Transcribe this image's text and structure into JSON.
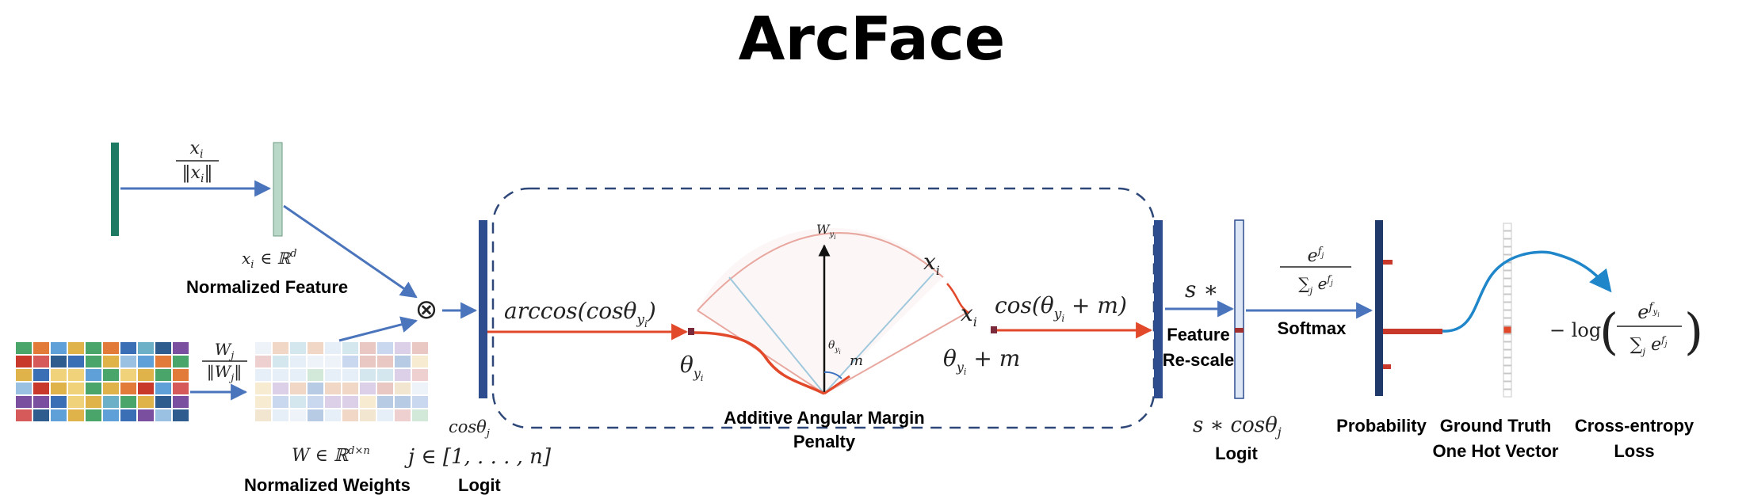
{
  "title": "ArcFace",
  "colors": {
    "feature_bar": "#1f7a63",
    "normalized_feature_bar": "#b9d8c8",
    "logit_bar": "#2d4d8f",
    "arrow_blue": "#4a74bb",
    "arrow_red": "#e2482a",
    "dashed_box": "#2e4779",
    "prob_bar": "#1f3a6a",
    "prob_red": "#c9392b",
    "curve_blue": "#1f86c9"
  },
  "labels": {
    "normalize_x_num": "x",
    "normalize_x_num_sub": "i",
    "normalize_x_den": "‖x",
    "normalize_x_den_sub": "i",
    "normalize_x_den_close": "‖",
    "feature_space_x": "x",
    "feature_space_sub": "i",
    "feature_space_rest": "∈ ℝ",
    "feature_space_sup": "d",
    "normalized_feature": "Normalized Feature",
    "normalize_w_num": "W",
    "normalize_w_num_sub": "j",
    "normalize_w_den": "‖W",
    "normalize_w_den_sub": "j",
    "normalize_w_den_close": "‖",
    "weights_space": "W ∈ ℝ",
    "weights_space_sup": "d×n",
    "normalized_weights": "Normalized Weights",
    "otimes": "⊗",
    "cos_theta_j": "cosθ",
    "cos_theta_j_sub": "j",
    "j_range": "j ∈ [1, . . . , n]",
    "logit_1": "Logit",
    "arccos": "arccos(cosθ",
    "arccos_sub": "y",
    "arccos_sub2": "i",
    "arccos_close": ")",
    "theta_yi": "θ",
    "theta_yi_sub": "y",
    "theta_yi_sub2": "i",
    "w_yi": "W",
    "w_yi_sub": "y",
    "w_yi_sub2": "i",
    "x_i_top": "x",
    "x_i_top_sub": "i",
    "x_i_bottom": "x",
    "x_i_bottom_sub": "i",
    "theta_small": "θ",
    "theta_small_sub": "y",
    "theta_small_sub2": "i",
    "m_small": "m",
    "cos_theta_m": "cos(θ",
    "cos_theta_m_sub": "y",
    "cos_theta_m_sub2": "i",
    "cos_theta_m_rest": " + m)",
    "theta_plus_m": "θ",
    "theta_plus_m_sub": "y",
    "theta_plus_m_sub2": "i",
    "theta_plus_m_rest": " + m",
    "additive_line1": "Additive Angular Margin",
    "additive_line2": "Penalty",
    "s_star": "s ∗",
    "feature_rescale_1": "Feature",
    "feature_rescale_2": "Re-scale",
    "s_cos_theta": "s ∗ cosθ",
    "s_cos_theta_sub": "j",
    "logit_2": "Logit",
    "softmax_num": "e",
    "softmax_num_sup": "f",
    "softmax_num_sup_sub": "j",
    "softmax_den": "∑",
    "softmax_den_sub": "j",
    "softmax_den_e": " e",
    "softmax_den_sup": "f",
    "softmax_den_sup_sub": "j",
    "softmax": "Softmax",
    "probability": "Probability",
    "ground_truth_1": "Ground Truth",
    "ground_truth_2": "One Hot Vector",
    "cross_entropy_1": "Cross-entropy",
    "cross_entropy_2": "Loss",
    "loss_minus_log": "− log",
    "loss_num": "e",
    "loss_num_sup": "f",
    "loss_num_sup_sub": "y",
    "loss_num_sup_sub2": "i",
    "loss_den": "∑",
    "loss_den_sub": "j",
    "loss_den_e": " e",
    "loss_den_sup": "f",
    "loss_den_sup_sub": "j"
  }
}
